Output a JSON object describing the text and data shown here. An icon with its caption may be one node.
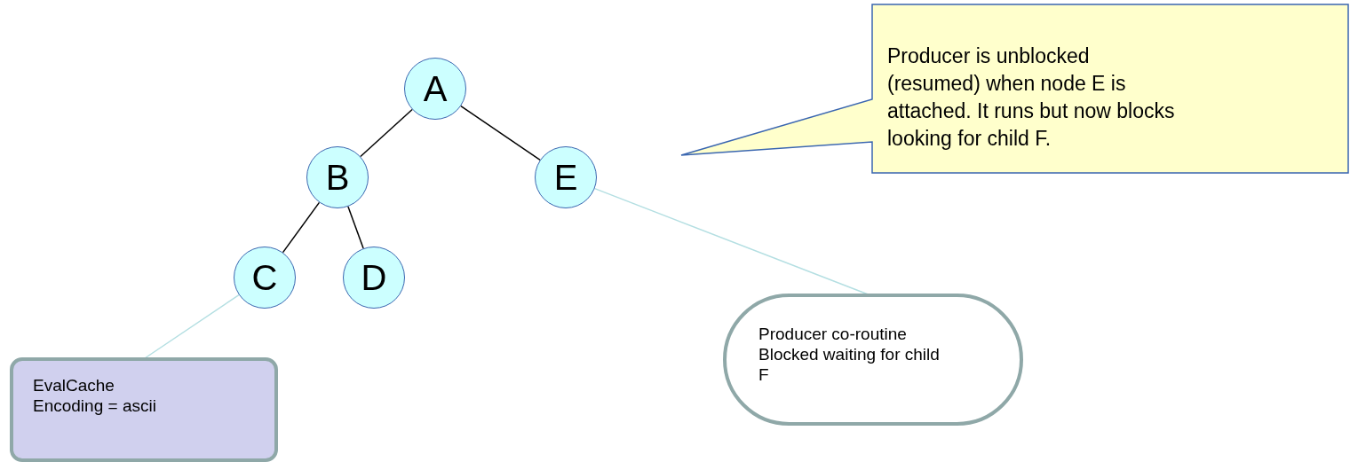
{
  "diagram": {
    "nodes": [
      {
        "text": [
          "A"
        ]
      },
      {
        "text": [
          "B"
        ]
      },
      {
        "text": [
          "E"
        ]
      },
      {
        "text": [
          "C"
        ]
      },
      {
        "text": [
          "D"
        ]
      },
      {
        "text": [
          "EvalCache",
          "Encoding = ascii"
        ]
      },
      {
        "text": [
          "Producer co-routine",
          "Blocked waiting for child F"
        ]
      },
      {
        "text": [
          "Producer is unblocked (resumed) when node E is attached. It runs but now blocks looking for child F."
        ]
      }
    ],
    "edges": [
      {
        "from": 0,
        "to": 1,
        "arrow": "none"
      },
      {
        "from": 0,
        "to": 2,
        "arrow": "none"
      },
      {
        "from": 1,
        "to": 3,
        "arrow": "none"
      },
      {
        "from": 1,
        "to": 4,
        "arrow": "none"
      },
      {
        "from": 3,
        "to": 5,
        "arrow": "none",
        "color": "#b4dfe2"
      },
      {
        "from": 2,
        "to": 6,
        "arrow": "none",
        "color": "#b4dfe2"
      }
    ]
  }
}
